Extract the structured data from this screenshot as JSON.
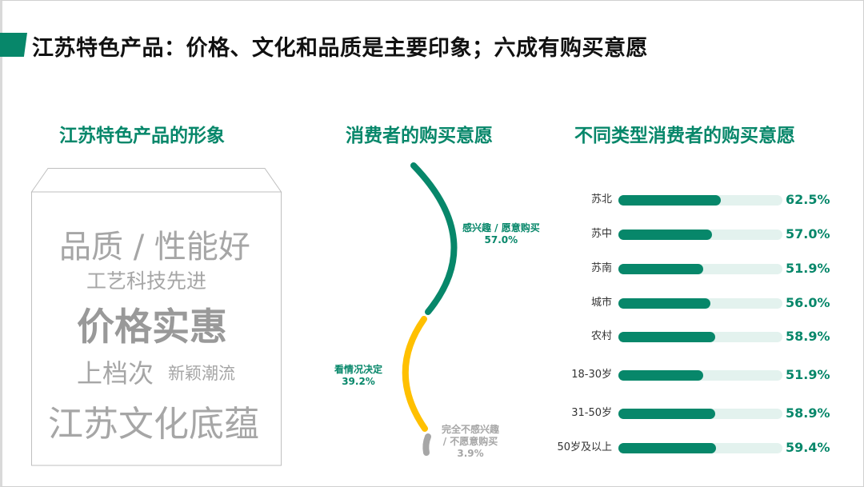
{
  "title": "江苏特色产品：价格、文化和品质是主要印象；六成有购买意愿",
  "sections": {
    "image": "江苏特色产品的形象",
    "intent": "消费者的购买意愿",
    "by_type": "不同类型消费者的购买意愿"
  },
  "word_cloud": [
    "品质 / 性能好",
    "工艺科技先进",
    "价格实惠",
    "上档次",
    "新颖潮流",
    "江苏文化底蕴"
  ],
  "intent": [
    {
      "label": "感兴趣 / 愿意购买",
      "value": "57.0%",
      "color": "#07876a"
    },
    {
      "label": "看情况决定",
      "value": "39.2%",
      "color": "#ffc000"
    },
    {
      "label": "完全不感兴趣 / 不愿意购买",
      "label_line1": "完全不感兴趣",
      "label_line2": "/ 不愿意购买",
      "value": "3.9%",
      "color": "#a6a6a6"
    }
  ],
  "chart_data": {
    "type": "bar",
    "title": "不同类型消费者的购买意愿",
    "categories": [
      "苏北",
      "苏中",
      "苏南",
      "城市",
      "农村",
      "18-30岁",
      "31-50岁",
      "50岁及以上"
    ],
    "values": [
      62.5,
      57.0,
      51.9,
      56.0,
      58.9,
      51.9,
      58.9,
      59.4
    ],
    "labels": [
      "62.5%",
      "57.0%",
      "51.9%",
      "56.0%",
      "58.9%",
      "51.9%",
      "58.9%",
      "59.4%"
    ],
    "xlim": [
      0,
      100
    ]
  }
}
